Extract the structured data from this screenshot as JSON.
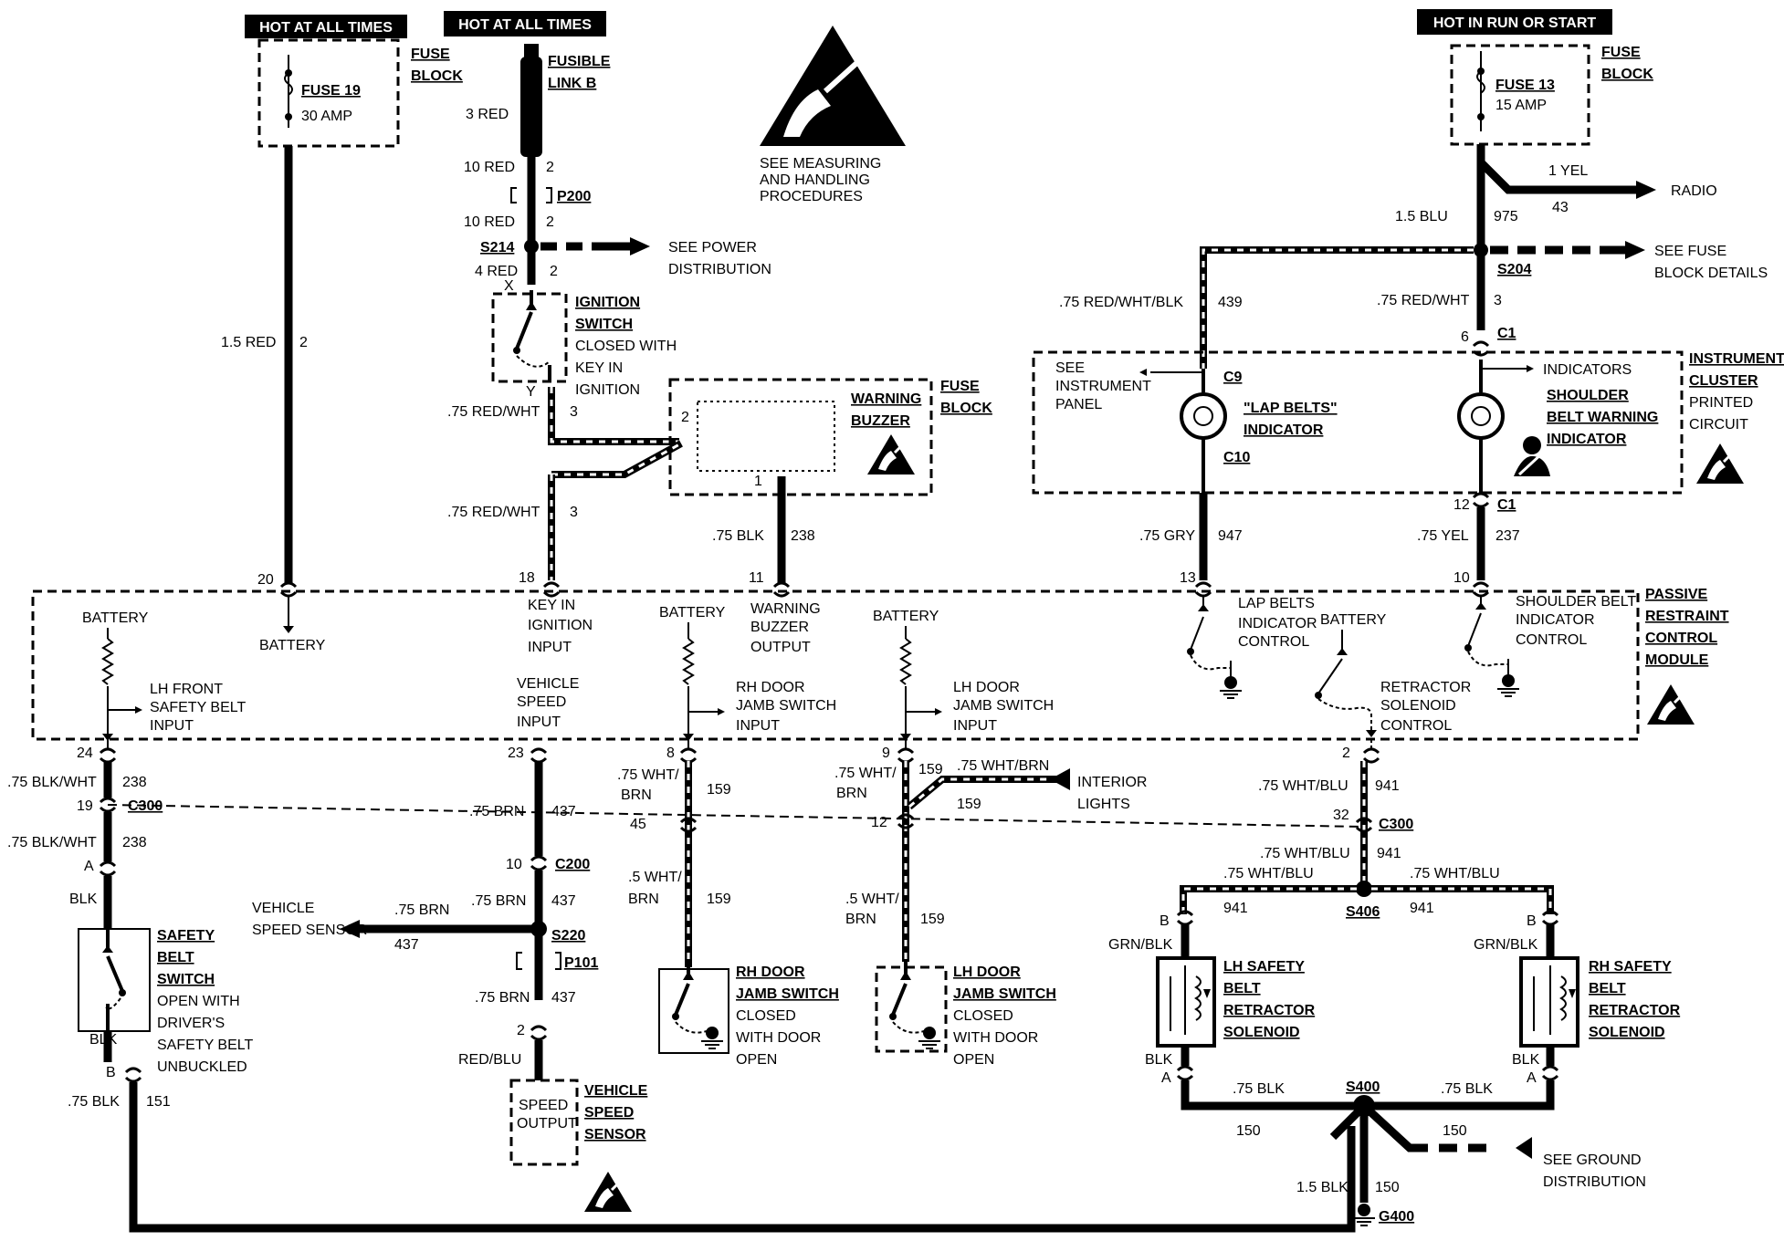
{
  "headers": {
    "hot_always_1": "HOT AT ALL TIMES",
    "hot_always_2": "HOT AT ALL TIMES",
    "hot_run_start": "HOT IN RUN OR START"
  },
  "fuse19": {
    "block_line1": "FUSE",
    "block_line2": "BLOCK",
    "name": "FUSE 19",
    "rating": "30 AMP"
  },
  "fuse13": {
    "block_line1": "FUSE",
    "block_line2": "BLOCK",
    "name": "FUSE 13",
    "rating": "15 AMP"
  },
  "fusible_link": {
    "line1": "FUSIBLE",
    "line2": "LINK B"
  },
  "notice": {
    "line1": "SEE MEASURING",
    "line2": "AND HANDLING",
    "line3": "PROCEDURES"
  },
  "wires": {
    "red_1_5": "1.5 RED",
    "red_1_5_ckt": "2",
    "red3": "3 RED",
    "red10a": "10 RED",
    "red10a_ckt": "2",
    "red10b": "10 RED",
    "red10b_ckt": "2",
    "red4": "4 RED",
    "red4_ckt": "2",
    "redwht_a": ".75 RED/WHT",
    "redwht_a_ckt": "3",
    "redwht_b": ".75 RED/WHT",
    "redwht_b_ckt": "3",
    "blk_238": ".75 BLK",
    "blk_238_ckt": "238",
    "blu_1_5": "1.5 BLU",
    "blu_ckt": "975",
    "yel1": "1 YEL",
    "yel1_ckt": "43",
    "redwhtblk": ".75 RED/WHT/BLK",
    "redwhtblk_ckt": "439",
    "redwht_c": ".75 RED/WHT",
    "redwht_c_ckt": "3",
    "gry": ".75 GRY",
    "gry_ckt": "947",
    "yel75": ".75 YEL",
    "yel75_ckt": "237",
    "blkwht_a": ".75 BLK/WHT",
    "blkwht_a_ckt": "238",
    "blkwht_b": ".75 BLK/WHT",
    "blkwht_b_ckt": "238",
    "blk_sw_top": "BLK",
    "blk_sw_bot": "BLK",
    "blk_151": ".75 BLK",
    "blk_151_ckt": "151",
    "brn_a": ".75 BRN",
    "brn_a_ckt": "437",
    "brn_b": ".75 BRN",
    "brn_b_ckt": "437",
    "brn_c": ".75 BRN",
    "brn_c_ckt": "437",
    "brn_sensor": ".75 BRN",
    "brn_sensor_ckt": "437",
    "redblu": "RED/BLU",
    "whtbrn_rh_a1": ".75 WHT/",
    "whtbrn_rh_a2": "BRN",
    "whtbrn_rh_a_ckt": "159",
    "whtbrn_rh_b1": ".5 WHT/",
    "whtbrn_rh_b2": "BRN",
    "whtbrn_rh_b_ckt": "159",
    "whtbrn_lh_a1": ".75 WHT/",
    "whtbrn_lh_a2": "BRN",
    "whtbrn_lh_a_ckt": "159",
    "whtbrn_lh_b1": ".5 WHT/",
    "whtbrn_lh_b2": "BRN",
    "whtbrn_lh_b_ckt": "159",
    "whtbrn_int": ".75 WHT/BRN",
    "whtbrn_int_ckt": "159",
    "whtblu_a": ".75 WHT/BLU",
    "whtblu_a_ckt": "941",
    "whtblu_b": ".75 WHT/BLU",
    "whtblu_b_ckt": "941",
    "whtblu_l": ".75 WHT/BLU",
    "whtblu_l_ckt": "941",
    "whtblu_r": ".75 WHT/BLU",
    "whtblu_r_ckt": "941",
    "grnblk_l": "GRN/BLK",
    "grnblk_r": "GRN/BLK",
    "blk_l": "BLK",
    "blk_r": "BLK",
    "blk75_l": ".75 BLK",
    "blk75_l_ckt": "150",
    "blk75_r": ".75 BLK",
    "blk75_r_ckt": "150",
    "blk1_5": "1.5 BLK",
    "blk1_5_ckt": "150"
  },
  "connectors": {
    "p200": "P200",
    "s214": "S214",
    "x": "X",
    "y": "Y",
    "s204": "S204",
    "c1_top": "C1",
    "c1_top_pin": "6",
    "c1_bot": "C1",
    "c1_bot_pin": "12",
    "c9": "C9",
    "c10": "C10",
    "c300_l": "C300",
    "c300_l_pin": "19",
    "c300_r": "C300",
    "c300_r_pin": "32",
    "c200": "C200",
    "c200_pin": "10",
    "s220": "S220",
    "p101": "P101",
    "s406": "S406",
    "s400": "S400",
    "g400": "G400",
    "pin_a_sw": "A",
    "pin_b_sw": "B",
    "pin_2_sensor": "2",
    "pin_b_l": "B",
    "pin_a_l": "A",
    "pin_b_r": "B",
    "pin_a_r": "A",
    "buzzer_pin2": "2",
    "buzzer_pin1": "1",
    "j45": "45",
    "j12": "12"
  },
  "ignition": {
    "l1": "IGNITION",
    "l2": "SWITCH",
    "l3": "CLOSED WITH",
    "l4": "KEY IN",
    "l5": "IGNITION"
  },
  "buzzer": {
    "l1": "WARNING",
    "l2": "BUZZER",
    "fb1": "FUSE",
    "fb2": "BLOCK"
  },
  "ldest": {
    "power1": "SEE POWER",
    "power2": "DISTRIBUTION",
    "radio": "RADIO",
    "fuse1": "SEE FUSE",
    "fuse2": "BLOCK DETAILS",
    "int1": "INTERIOR",
    "int2": "LIGHTS",
    "gnd1": "SEE GROUND",
    "gnd2": "DISTRIBUTION"
  },
  "cluster": {
    "see1": "SEE",
    "see2": "INSTRUMENT",
    "see3": "PANEL",
    "lap1": "\"LAP BELTS\"",
    "lap2": "INDICATOR",
    "ind": "INDICATORS",
    "sh1": "SHOULDER",
    "sh2": "BELT WARNING",
    "sh3": "INDICATOR",
    "t1": "INSTRUMENT",
    "t2": "CLUSTER",
    "t3": "PRINTED",
    "t4": "CIRCUIT"
  },
  "module": {
    "pins": {
      "p20": "20",
      "p18": "18",
      "p11": "11",
      "p13": "13",
      "p10": "10",
      "p24": "24",
      "p23": "23",
      "p8": "8",
      "p9": "9",
      "p2": "2"
    },
    "battery_a": "BATTERY",
    "battery_20": "BATTERY",
    "battery_c": "BATTERY",
    "battery_d": "BATTERY",
    "battery_e": "BATTERY",
    "key1": "KEY IN",
    "key2": "IGNITION",
    "key3": "INPUT",
    "wb1": "WARNING",
    "wb2": "BUZZER",
    "wb3": "OUTPUT",
    "lb1": "LAP BELTS",
    "lb2": "INDICATOR",
    "lb3": "CONTROL",
    "sb1": "SHOULDER BELT",
    "sb2": "INDICATOR",
    "sb3": "CONTROL",
    "lhf1": "LH FRONT",
    "lhf2": "SAFETY BELT",
    "lhf3": "INPUT",
    "vs1": "VEHICLE",
    "vs2": "SPEED",
    "vs3": "INPUT",
    "rhd1": "RH DOOR",
    "rhd2": "JAMB SWITCH",
    "rhd3": "INPUT",
    "lhd1": "LH DOOR",
    "lhd2": "JAMB SWITCH",
    "lhd3": "INPUT",
    "rs1": "RETRACTOR",
    "rs2": "SOLENOID",
    "rs3": "CONTROL",
    "t1": "PASSIVE",
    "t2": "RESTRAINT",
    "t3": "CONTROL",
    "t4": "MODULE"
  },
  "components": {
    "sbs1": "SAFETY",
    "sbs2": "BELT",
    "sbs3": "SWITCH",
    "sbs4": "OPEN WITH",
    "sbs5": "DRIVER'S",
    "sbs6": "SAFETY BELT",
    "sbs7": "UNBUCKLED",
    "vss_l1": "VEHICLE",
    "vss_l2": "SPEED SENSOR",
    "so1": "SPEED",
    "so2": "OUTPUT",
    "vss1": "VEHICLE",
    "vss2": "SPEED",
    "vss3": "SENSOR",
    "rhj1": "RH DOOR",
    "rhj2": "JAMB SWITCH",
    "rhj3": "CLOSED",
    "rhj4": "WITH DOOR",
    "rhj5": "OPEN",
    "lhj1": "LH DOOR",
    "lhj2": "JAMB SWITCH",
    "lhj3": "CLOSED",
    "lhj4": "WITH DOOR",
    "lhj5": "OPEN",
    "lhs1": "LH SAFETY",
    "lhs2": "BELT",
    "lhs3": "RETRACTOR",
    "lhs4": "SOLENOID",
    "rhs1": "RH SAFETY",
    "rhs2": "BELT",
    "rhs3": "RETRACTOR",
    "rhs4": "SOLENOID"
  }
}
